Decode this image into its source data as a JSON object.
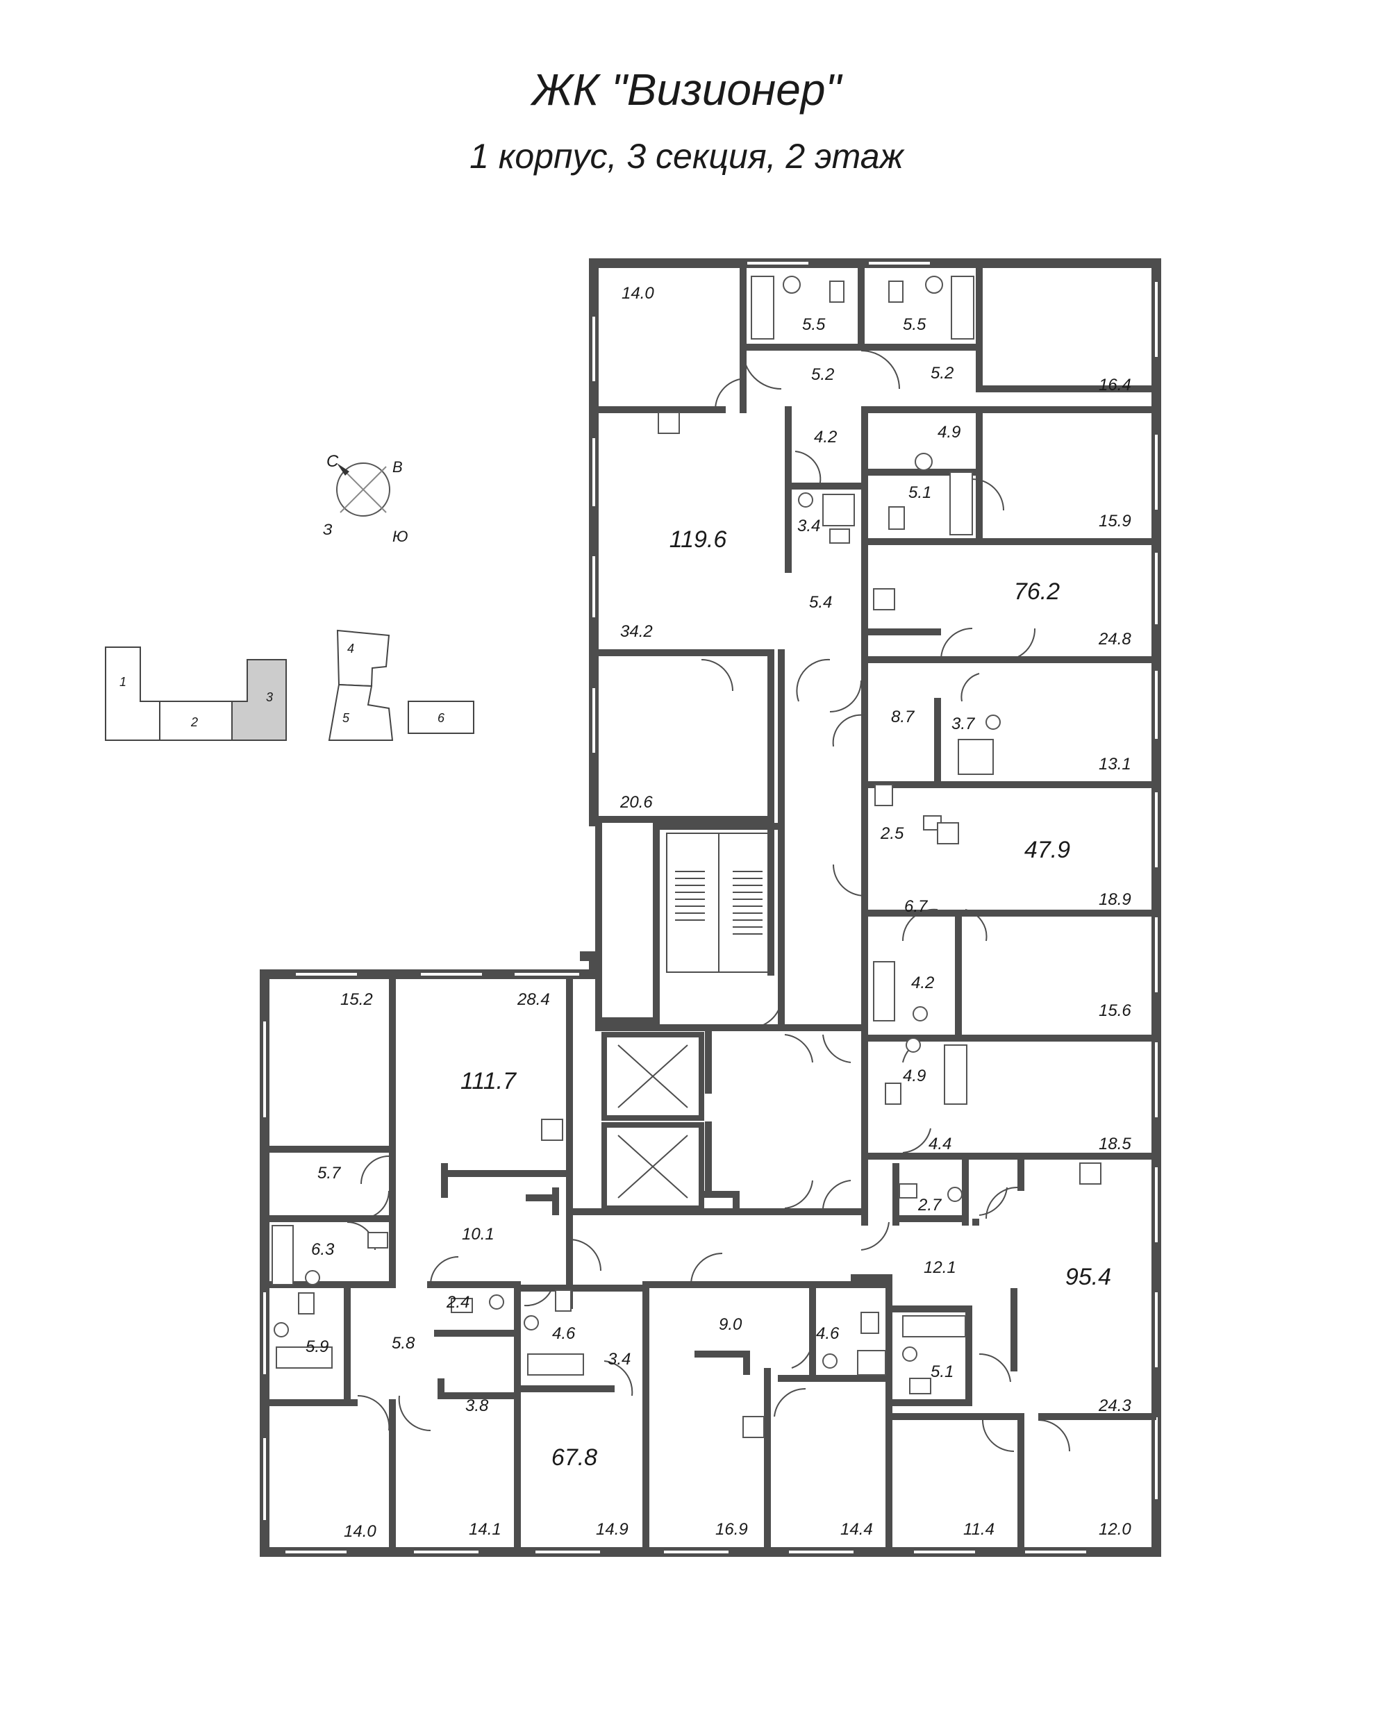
{
  "header": {
    "title": "ЖК \"Визионер\"",
    "subtitle": "1 корпус, 3 секция, 2 этаж"
  },
  "compass": {
    "north": "С",
    "east": "В",
    "west": "З",
    "south": "Ю"
  },
  "key_plan": {
    "sections": [
      "1",
      "2",
      "3",
      "4",
      "5",
      "6"
    ],
    "highlighted": "3",
    "highlight_color": "#cccccc"
  },
  "apartment_totals": [
    "119.6",
    "76.2",
    "47.9",
    "111.7",
    "67.8",
    "95.4"
  ],
  "rooms": [
    "14.0",
    "5.5",
    "5.5",
    "5.2",
    "5.2",
    "16.4",
    "4.2",
    "4.9",
    "5.1",
    "3.4",
    "15.9",
    "34.2",
    "5.4",
    "24.8",
    "8.7",
    "3.7",
    "13.1",
    "20.6",
    "2.5",
    "18.9",
    "6.7",
    "4.2",
    "15.6",
    "15.2",
    "28.4",
    "4.9",
    "4.4",
    "18.5",
    "5.7",
    "2.7",
    "6.3",
    "10.1",
    "12.1",
    "2.4",
    "4.6",
    "9.0",
    "4.6",
    "5.9",
    "5.8",
    "3.4",
    "5.1",
    "3.8",
    "24.3",
    "14.0",
    "14.1",
    "14.9",
    "16.9",
    "14.4",
    "11.4",
    "12.0"
  ],
  "colors": {
    "wall": "#4d4d4d",
    "background": "#ffffff"
  }
}
